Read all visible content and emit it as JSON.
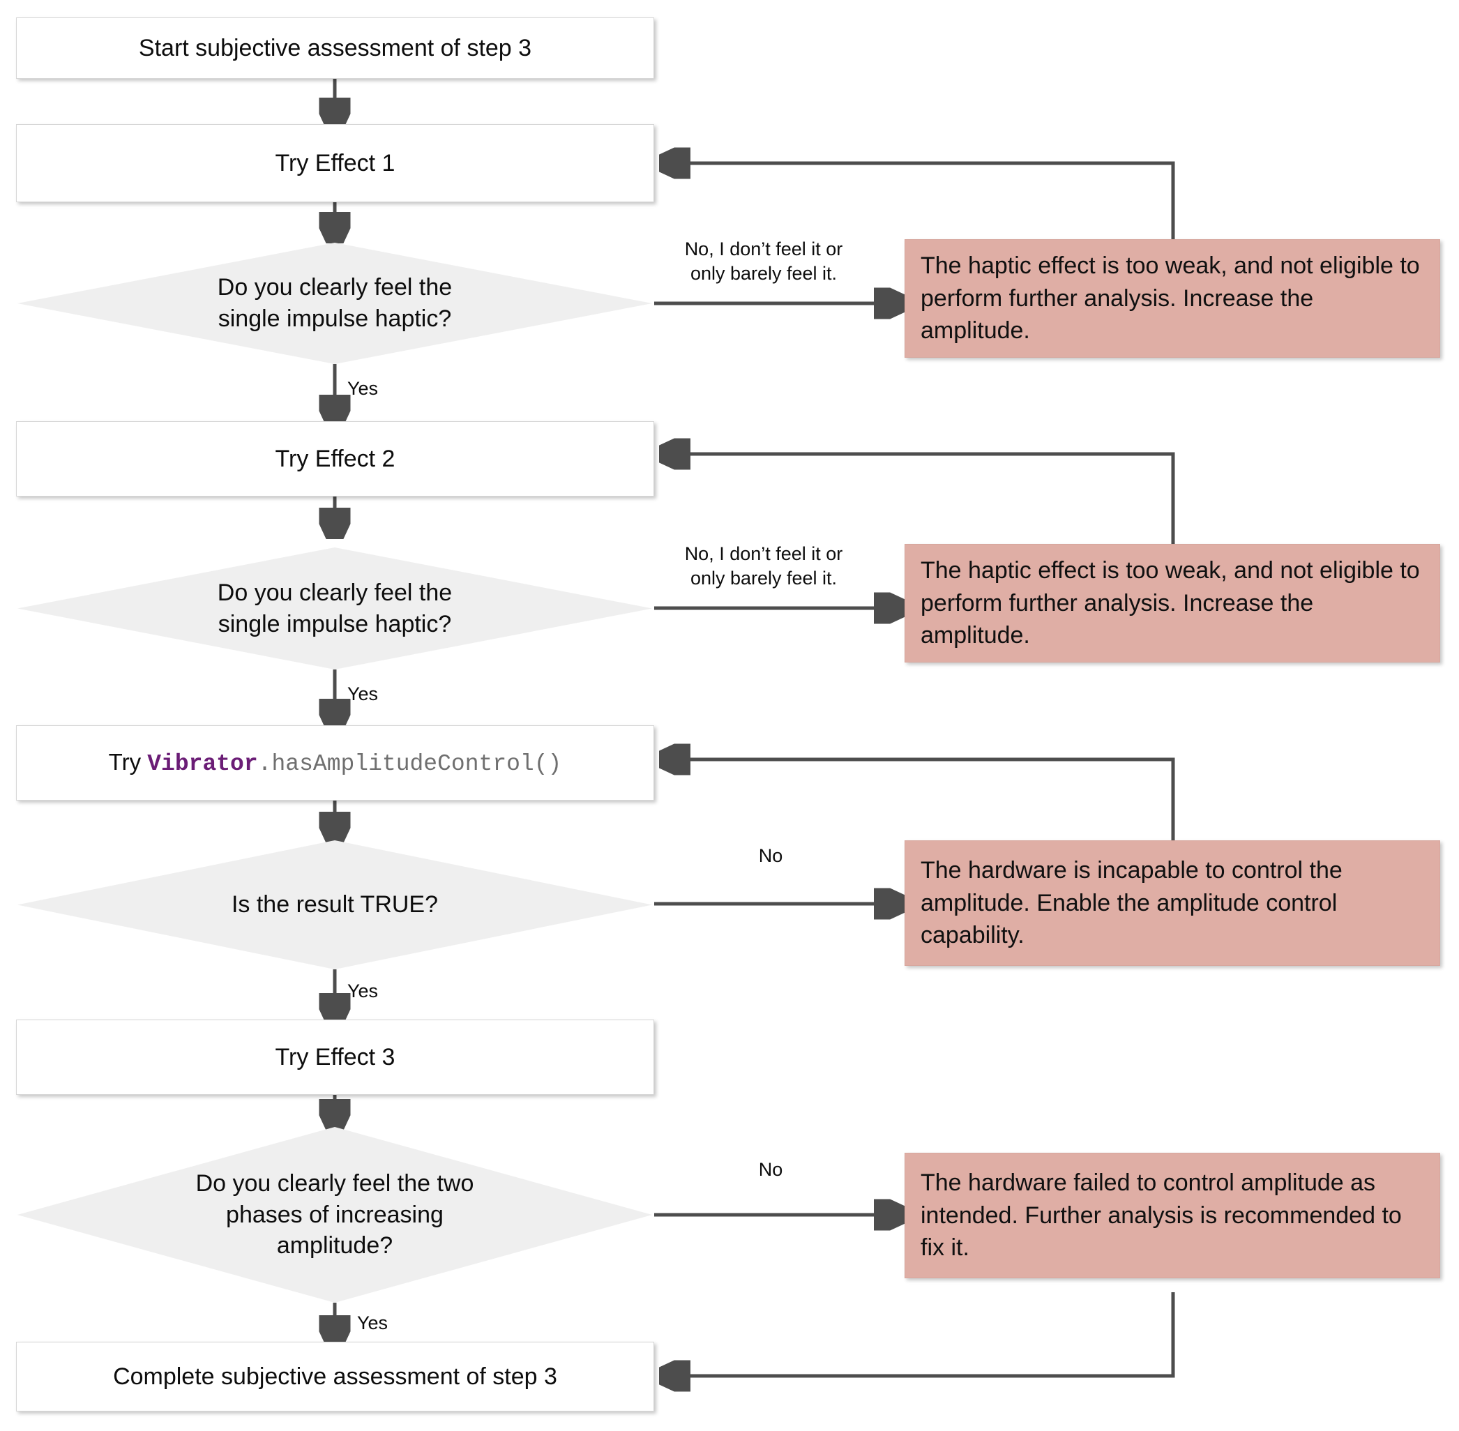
{
  "diagram": {
    "title": "Subjective assessment of step 3 flowchart",
    "colors": {
      "process_fill": "#ffffff",
      "decision_fill": "#efefef",
      "note_fill": "#dfaea5",
      "connector": "#4d4d4d",
      "code_keyword": "#6b1d76",
      "code_member": "#6f6f6f"
    }
  },
  "nodes": {
    "start": {
      "label": "Start subjective assessment of step 3",
      "type": "process"
    },
    "effect1": {
      "label": "Try Effect 1",
      "type": "process"
    },
    "q1": {
      "label": "Do you clearly feel the\nsingle impulse haptic?",
      "type": "decision"
    },
    "note1": {
      "label": "The haptic effect is too weak, and not eligible to perform further analysis. Increase the amplitude.",
      "type": "note"
    },
    "effect2": {
      "label": "Try Effect 2",
      "type": "process"
    },
    "q2": {
      "label": "Do you clearly feel the\nsingle impulse haptic?",
      "type": "decision"
    },
    "note2": {
      "label": "The haptic effect is too weak, and not eligible to perform further analysis. Increase the amplitude.",
      "type": "note"
    },
    "hasAmp": {
      "type": "process-code",
      "prefix": "Try ",
      "keyword": "Vibrator",
      "member": ".hasAmplitudeControl()",
      "label": "Try Vibrator.hasAmplitudeControl()"
    },
    "q3": {
      "label": "Is the result TRUE?",
      "type": "decision"
    },
    "note3": {
      "label": "The hardware is incapable to control the amplitude. Enable the amplitude control capability.",
      "type": "note"
    },
    "effect3": {
      "label": "Try Effect 3",
      "type": "process"
    },
    "q4": {
      "label": "Do you clearly feel the two\nphases of increasing\namplitude?",
      "type": "decision"
    },
    "note4": {
      "label": "The hardware failed to control amplitude as intended. Further analysis is recommended to fix it.",
      "type": "note"
    },
    "complete": {
      "label": "Complete subjective assessment of step 3",
      "type": "process"
    }
  },
  "edge_labels": {
    "q1_no": "No, I don’t feel it or\nonly barely feel it.",
    "q1_yes": "Yes",
    "q2_no": "No, I don’t feel it or\nonly barely feel it.",
    "q2_yes": "Yes",
    "q3_no": "No",
    "q3_yes": "Yes",
    "q4_no": "No",
    "q4_yes": "Yes"
  },
  "flow": [
    {
      "from": "start",
      "to": "effect1",
      "label": ""
    },
    {
      "from": "effect1",
      "to": "q1",
      "label": ""
    },
    {
      "from": "q1",
      "to": "note1",
      "label": "No, I don’t feel it or only barely feel it."
    },
    {
      "from": "note1",
      "to": "effect1",
      "label": ""
    },
    {
      "from": "q1",
      "to": "effect2",
      "label": "Yes"
    },
    {
      "from": "effect2",
      "to": "q2",
      "label": ""
    },
    {
      "from": "q2",
      "to": "note2",
      "label": "No, I don’t feel it or only barely feel it."
    },
    {
      "from": "note2",
      "to": "effect2",
      "label": ""
    },
    {
      "from": "q2",
      "to": "hasAmp",
      "label": "Yes"
    },
    {
      "from": "hasAmp",
      "to": "q3",
      "label": ""
    },
    {
      "from": "q3",
      "to": "note3",
      "label": "No"
    },
    {
      "from": "note3",
      "to": "hasAmp",
      "label": ""
    },
    {
      "from": "q3",
      "to": "effect3",
      "label": "Yes"
    },
    {
      "from": "effect3",
      "to": "q4",
      "label": ""
    },
    {
      "from": "q4",
      "to": "note4",
      "label": "No"
    },
    {
      "from": "note4",
      "to": "complete",
      "label": ""
    },
    {
      "from": "q4",
      "to": "complete",
      "label": "Yes"
    }
  ]
}
